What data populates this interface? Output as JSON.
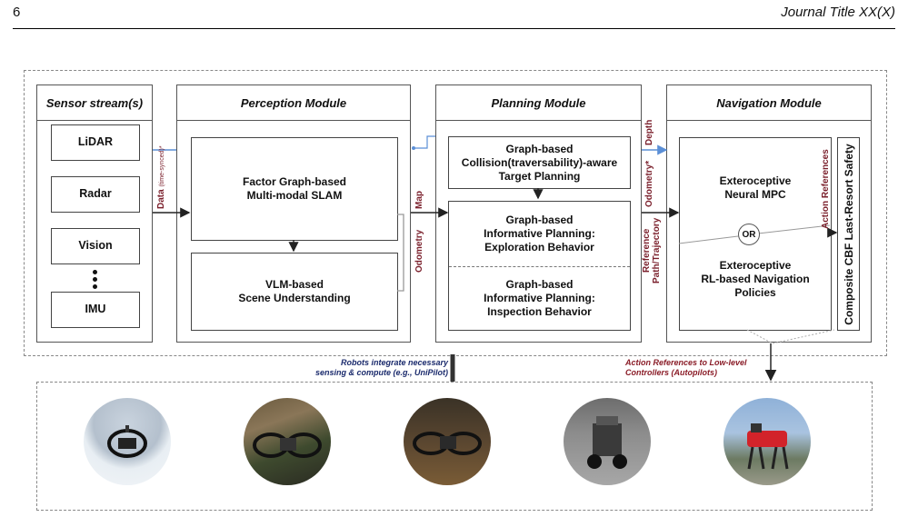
{
  "header": {
    "page_number": "6",
    "journal": "Journal Title XX(X)"
  },
  "panels": {
    "sensors": {
      "title": "Sensor stream(s)",
      "items": [
        "LiDAR",
        "Radar",
        "Vision",
        "IMU"
      ]
    },
    "perception": {
      "title": "Perception Module",
      "slam": "Factor Graph-based\nMulti-modal SLAM",
      "vlm": "VLM-based\nScene Understanding"
    },
    "planning": {
      "title": "Planning Module",
      "target": "Graph-based\nCollision(traversability)-aware\nTarget Planning",
      "exploration": "Graph-based\nInformative Planning:\nExploration Behavior",
      "inspection": "Graph-based\nInformative Planning:\nInspection Behavior"
    },
    "navigation": {
      "title": "Navigation Module",
      "mpc": "Exteroceptive\nNeural MPC",
      "or": "OR",
      "rl": "Exteroceptive\nRL-based Navigation\nPolicies",
      "cbf": "Composite CBF Last-Resort Safety"
    }
  },
  "edge_labels": {
    "data": "Data",
    "data_sub": "(time-synced)*",
    "odometry": "Odometry",
    "map": "Map",
    "odometry_star": "Odometry*",
    "depth": "Depth",
    "reference_1": "Reference",
    "reference_2": "Path/Trajectory",
    "action_refs": "Action References"
  },
  "notes": {
    "robots": "Robots integrate necessary\nsensing & compute (e.g., UniPilot)",
    "controllers": "Action References to Low-level\nControllers (Autopilots)"
  },
  "colors": {
    "blue_line": "#5b8fd6",
    "label_red": "#7a1f2b",
    "gray_line": "#999999"
  }
}
